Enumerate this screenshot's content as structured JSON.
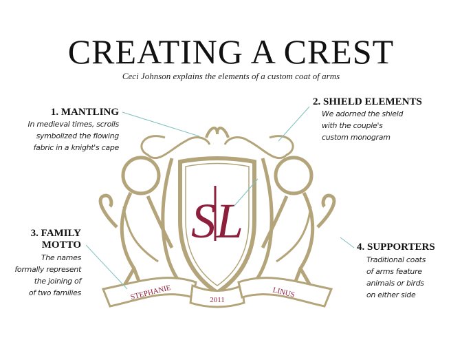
{
  "header": {
    "title": "CREATING A CREST",
    "subtitle": "Ceci Johnson explains the elements of a custom coat of arms"
  },
  "callouts": [
    {
      "label": "1. MANTLING",
      "lines": [
        "In medieval times, scrolls",
        "symbolized the flowing",
        "fabric in a knight's cape"
      ]
    },
    {
      "label": "2. SHIELD ELEMENTS",
      "lines": [
        "We adorned the shield",
        "with the couple's",
        "custom monogram"
      ]
    },
    {
      "label_lines": [
        "3. FAMILY",
        "MOTTO"
      ],
      "lines": [
        "The names",
        "formally represent",
        "the joining of",
        "of two families"
      ]
    },
    {
      "label": "4. SUPPORTERS",
      "lines": [
        "Traditional coats",
        "of arms feature",
        "animals or birds",
        "on either side"
      ]
    }
  ],
  "crest": {
    "monogram": "SL",
    "banner_left": "STEPHANIE",
    "banner_center": "2011",
    "banner_right": "LINUS"
  },
  "colors": {
    "gold": "#b4a47a",
    "crimson": "#8e1f3c",
    "line": "#7cc0c0"
  }
}
